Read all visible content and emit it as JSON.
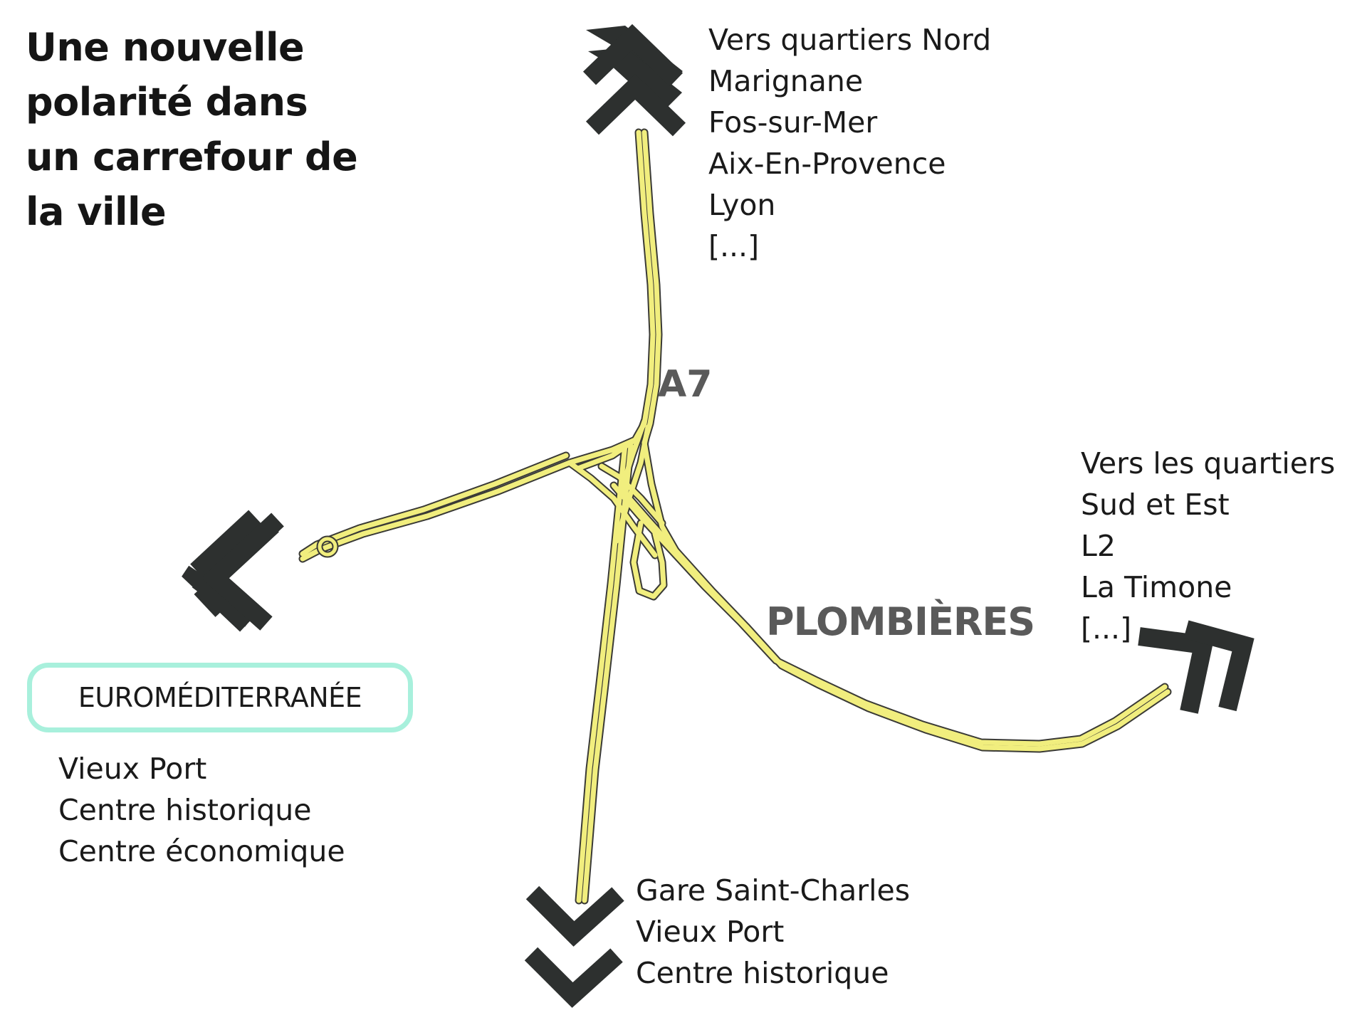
{
  "title": {
    "lines": [
      "Une nouvelle",
      "polarité dans",
      "un carrefour de",
      "la ville"
    ]
  },
  "destinations": {
    "north": [
      "Vers quartiers Nord",
      "Marignane",
      "Fos-sur-Mer",
      "Aix-En-Provence",
      "Lyon",
      "[...]"
    ],
    "east": [
      "Vers les quartiers",
      "Sud et Est",
      "L2",
      "La Timone",
      "[...]"
    ],
    "south": [
      "Gare Saint-Charles",
      "Vieux Port",
      "Centre historique"
    ],
    "center": {
      "badge": "EUROMÉDITERRANÉE",
      "lines": [
        "Vieux Port",
        "Centre historique",
        "Centre économique"
      ]
    }
  },
  "roads": {
    "motorway_label": "A7",
    "district_label": "PLOMBIÈRES"
  },
  "colors": {
    "road_fill": "#f1ee7e",
    "road_outline": "#3a3a36",
    "chevron": "#2d302f",
    "badge_border": "#a8f0dc",
    "road_label": "#5a5a5a",
    "text": "#1a1a1a"
  },
  "icons": {
    "north": "double-chevron-up-icon",
    "west": "double-chevron-left-icon",
    "south": "double-chevron-down-icon",
    "east": "double-chevron-up-right-icon"
  }
}
